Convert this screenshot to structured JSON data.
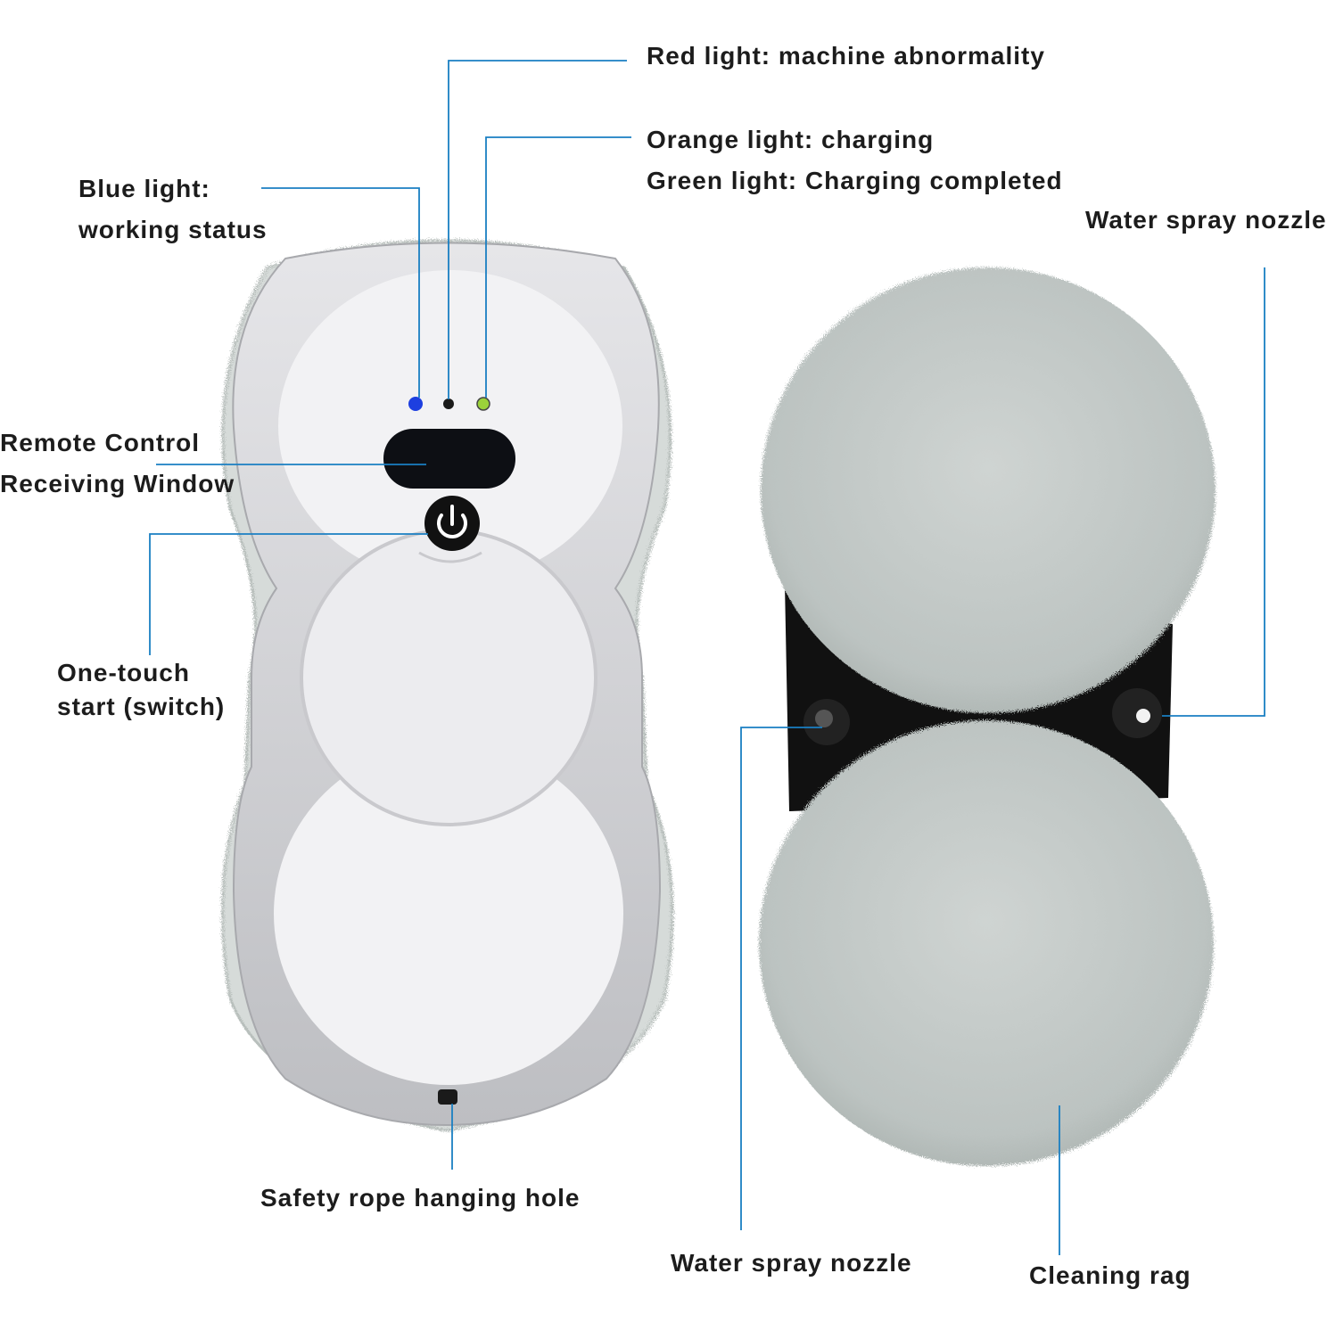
{
  "labels": {
    "red_light": "Red light: machine abnormality",
    "orange_light": "Orange light: charging",
    "green_light": "Green light: Charging completed",
    "blue_light_1": "Blue light:",
    "blue_light_2": "working status",
    "remote_1": "Remote Control",
    "remote_2": "Receiving Window",
    "onetouch_1": "One-touch",
    "onetouch_2": "start (switch)",
    "safety_rope": "Safety rope hanging hole",
    "nozzle_right": "Water spray nozzle",
    "nozzle_bottom": "Water spray nozzle",
    "cleaning_rag": "Cleaning rag"
  },
  "icons": {
    "power": "power-icon"
  },
  "colors": {
    "leader_line": "#1a7fc2",
    "text": "#1c1c1c",
    "blue_led": "#1d3fe0",
    "red_led": "#1a1a1a",
    "green_led": "#9bd23a",
    "body_shell": "#d9d9dc",
    "body_top": "#f1f1f3",
    "pad": "#c8cdcb",
    "black_frame": "#111111"
  }
}
